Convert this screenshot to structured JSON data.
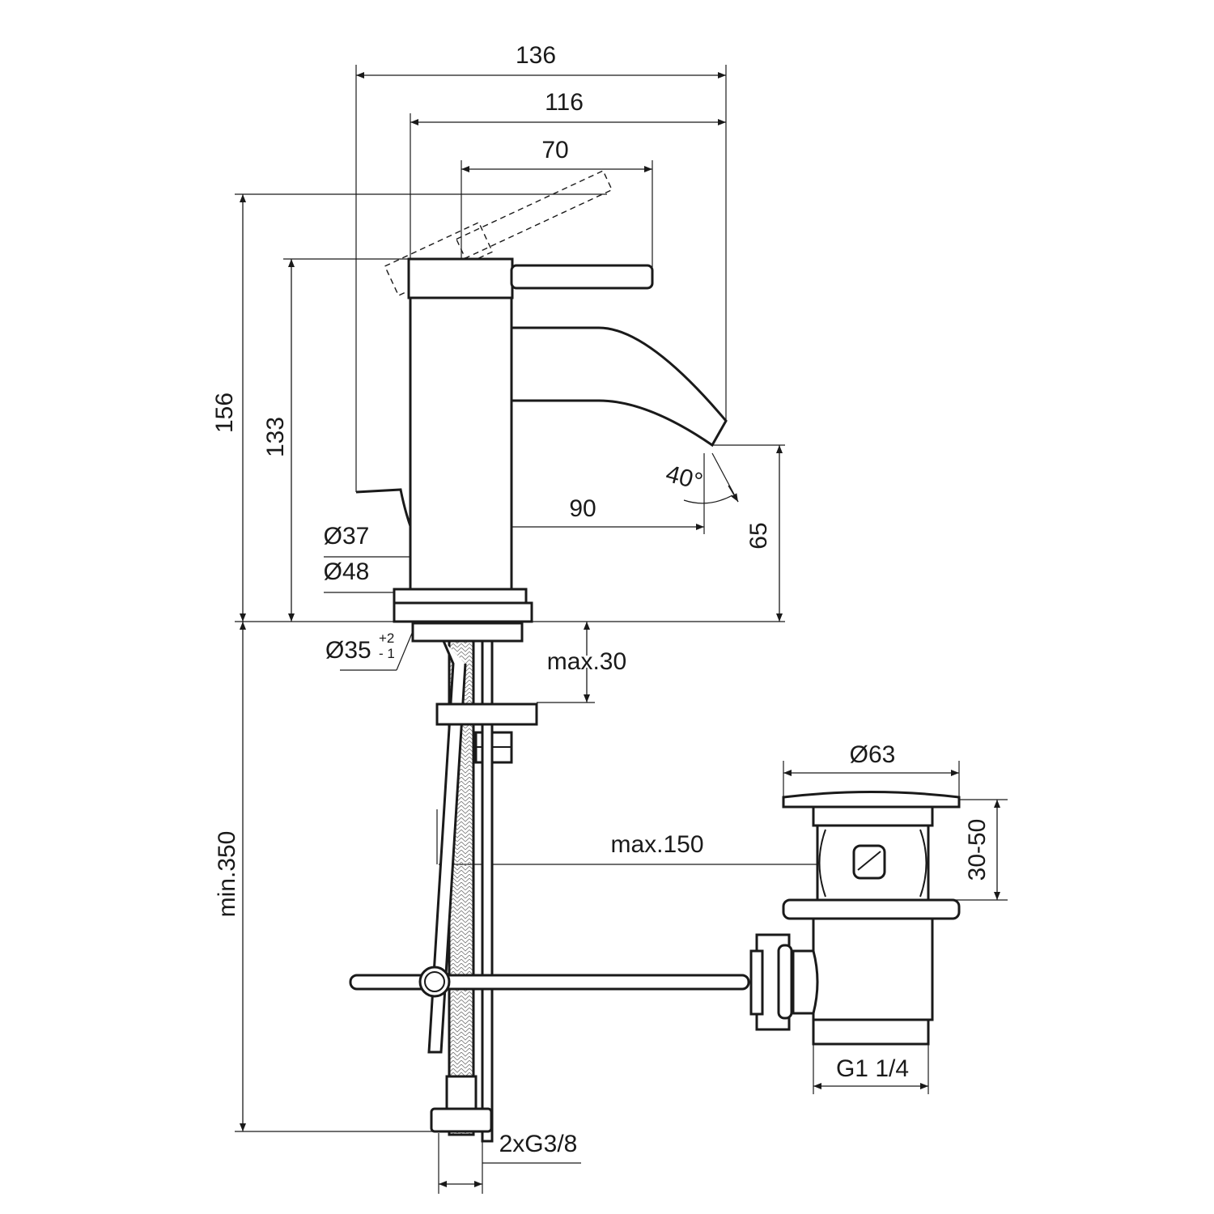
{
  "drawing": {
    "dimensions": {
      "overall_width": "136",
      "spout_reach_total": "116",
      "lever_length": "70",
      "total_height": "156",
      "body_height": "133",
      "spout_height": "65",
      "spout_projection": "90",
      "spout_angle": "40°",
      "body_diameter": "Ø37",
      "base_diameter": "Ø48",
      "hole_diameter": "Ø35",
      "hole_tol_plus": "+2",
      "hole_tol_minus": "- 1",
      "max_counter_thickness": "max.30",
      "min_hose_length": "min.350",
      "waste_diameter": "Ø63",
      "waste_thickness_range": "30-50",
      "max_rod_distance": "max.150",
      "waste_thread": "G1 1/4",
      "hose_thread": "2xG3/8"
    },
    "line_color": "#1a1a1a"
  }
}
